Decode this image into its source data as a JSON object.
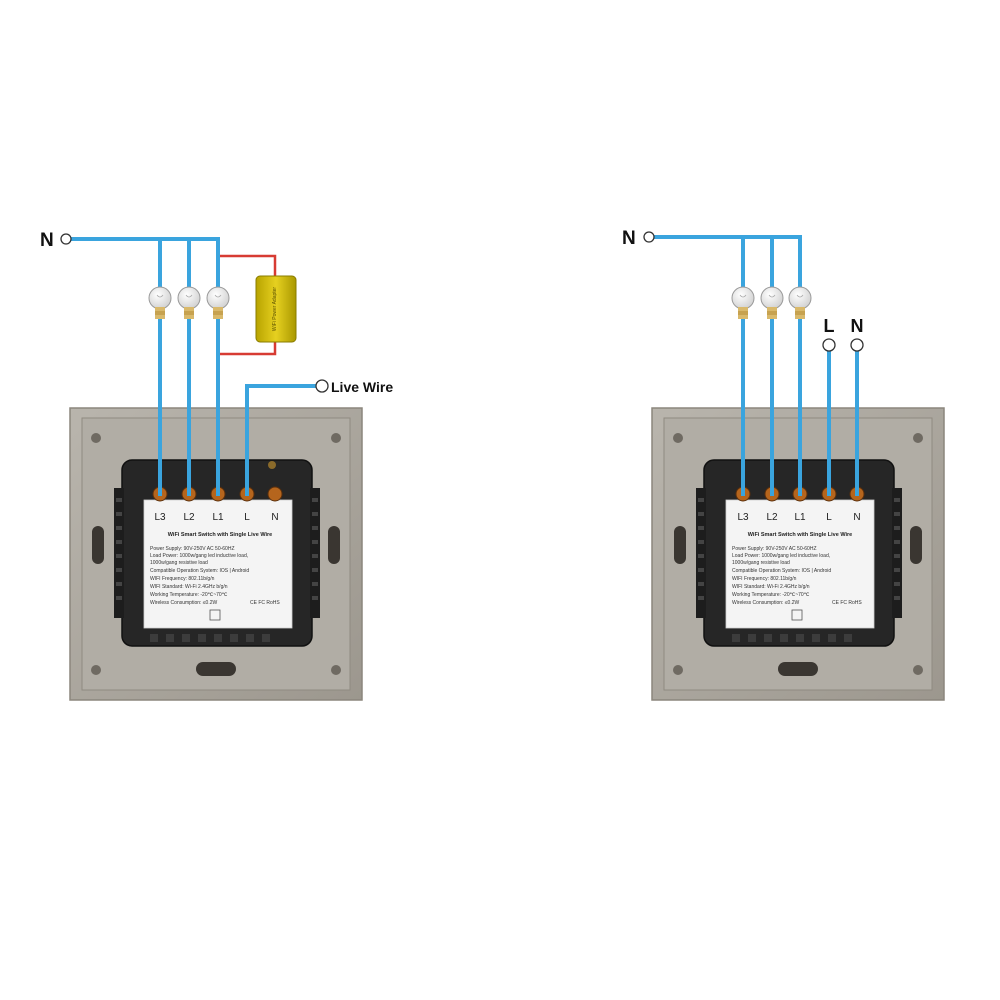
{
  "diagram_left": {
    "neutral_label": "N",
    "live_wire_label": "Live Wire",
    "capacitor_text": "WiFi Power Adapter",
    "terminals": [
      "L3",
      "L2",
      "L1",
      "L",
      "N"
    ],
    "label_title": "WiFi Smart Switch with Single Live Wire",
    "label_lines": [
      "Power Supply: 90V-250V AC  50-60HZ",
      "Load Power: 1000w/gang led inductive load,",
      "1000w/gang resistive load",
      "Compatible Operation System: IOS | Android",
      "WIFI Frequency: 802.11b/g/n",
      "WIFI Standard: Wi-Fi 2.4GHz b/g/n",
      "Working Temperature: -20℃~70℃",
      "Wireless Consumption: ≤0.2W"
    ],
    "certs": "CE FC RoHS"
  },
  "diagram_right": {
    "neutral_label": "N",
    "l_label": "L",
    "n_label": "N",
    "terminals": [
      "L3",
      "L2",
      "L1",
      "L",
      "N"
    ],
    "label_title": "WiFi Smart Switch with Single Live Wire",
    "label_lines": [
      "Power Supply: 90V-250V AC  50-60HZ",
      "Load Power: 1000w/gang led inductive load,",
      "1000w/gang resistive load",
      "Compatible Operation System: IOS | Android",
      "WIFI Frequency: 802.11b/g/n",
      "WIFI Standard: Wi-Fi 2.4GHz b/g/n",
      "Working Temperature: -20℃~70℃",
      "Wireless Consumption: ≤0.2W"
    ],
    "certs": "CE FC RoHS"
  },
  "colors": {
    "wire": "#3aa4de",
    "capacitor_wire": "#d73b33",
    "capacitor": "#c9b400",
    "frame": "#a9a49c",
    "module": "#2a2a2a"
  }
}
